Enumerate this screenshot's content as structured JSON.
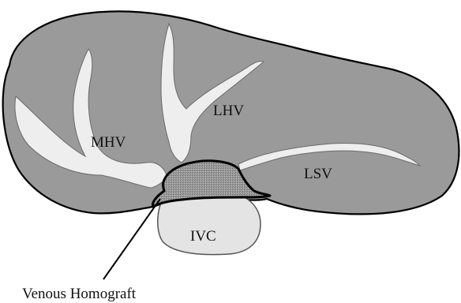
{
  "labels": {
    "mhv": "MHV",
    "lhv": "LHV",
    "lsv": "LSV",
    "ivc": "IVC",
    "venous_homograft": "Venous Homograft"
  },
  "colors": {
    "liver_fill": "#9a9a9a",
    "vein_fill": "#eeeeee",
    "ivc_fill": "#e4e4e4",
    "homograft_fill": "#8a8a8a",
    "outline": "#000000"
  }
}
